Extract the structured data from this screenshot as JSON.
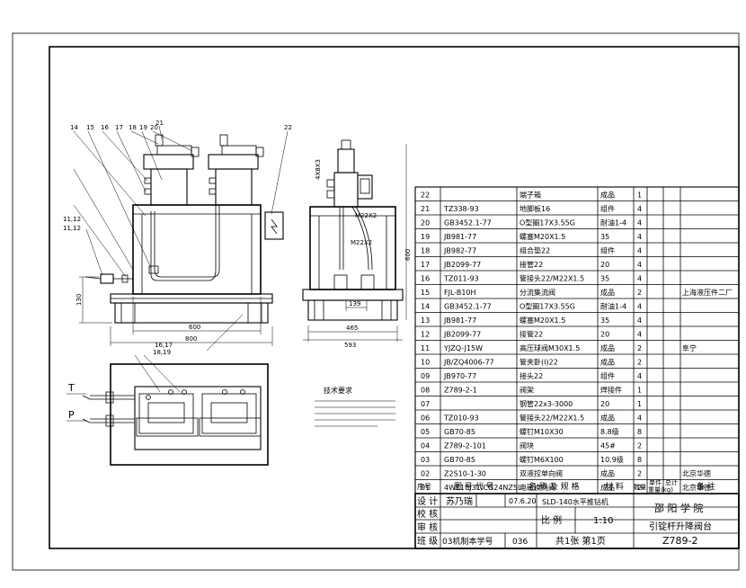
{
  "bom": {
    "rows": [
      {
        "no": "22",
        "code": "",
        "name": "端子箱",
        "material": "成品",
        "qty": "1",
        "remark": ""
      },
      {
        "no": "21",
        "code": "TZ338-93",
        "name": "地脚板16",
        "material": "组件",
        "qty": "4",
        "remark": ""
      },
      {
        "no": "20",
        "code": "GB3452.1-77",
        "name": "O型圈17X3.55G",
        "material": "耐油1-4",
        "qty": "4",
        "remark": ""
      },
      {
        "no": "19",
        "code": "JB981-77",
        "name": "螺塞M20X1.5",
        "material": "35",
        "qty": "4",
        "remark": ""
      },
      {
        "no": "18",
        "code": "JB982-77",
        "name": "组合垫22",
        "material": "组件",
        "qty": "4",
        "remark": ""
      },
      {
        "no": "17",
        "code": "JB2099-77",
        "name": "接管22",
        "material": "20",
        "qty": "4",
        "remark": ""
      },
      {
        "no": "16",
        "code": "TZ011-93",
        "name": "管接头22/M22X1.5",
        "material": "35",
        "qty": "4",
        "remark": ""
      },
      {
        "no": "15",
        "code": "FJL-B10H",
        "name": "分流集流阀",
        "material": "成品",
        "qty": "2",
        "remark": "上海液压件二厂"
      },
      {
        "no": "14",
        "code": "GB3452.1-77",
        "name": "O型圈17X3.55G",
        "material": "耐油1-4",
        "qty": "4",
        "remark": ""
      },
      {
        "no": "13",
        "code": "JB981-77",
        "name": "螺塞M20X1.5",
        "material": "35",
        "qty": "4",
        "remark": ""
      },
      {
        "no": "12",
        "code": "JB2099-77",
        "name": "接管22",
        "material": "20",
        "qty": "4",
        "remark": ""
      },
      {
        "no": "11",
        "code": "YJZQ-J15W",
        "name": "高压球阀M30X1.5",
        "material": "成品",
        "qty": "2",
        "remark": "阜宁"
      },
      {
        "no": "10",
        "code": "JB/ZQ4006-77",
        "name": "管夹卧(I)22",
        "material": "成品",
        "qty": "2",
        "remark": ""
      },
      {
        "no": "09",
        "code": "JB970-77",
        "name": "接头22",
        "material": "组件",
        "qty": "4",
        "remark": ""
      },
      {
        "no": "08",
        "code": "Z789-2-1",
        "name": "阀架",
        "material": "焊接件",
        "qty": "1",
        "remark": ""
      },
      {
        "no": "07",
        "code": "",
        "name": "钢管22x3-3000",
        "material": "20",
        "qty": "1",
        "remark": ""
      },
      {
        "no": "06",
        "code": "TZ010-93",
        "name": "管接头22/M22X1.5",
        "material": "成品",
        "qty": "4",
        "remark": ""
      },
      {
        "no": "05",
        "code": "GB70-85",
        "name": "螺钉M10X30",
        "material": "8.8级",
        "qty": "8",
        "remark": ""
      },
      {
        "no": "04",
        "code": "Z789-2-101",
        "name": "阀块",
        "material": "45#",
        "qty": "2",
        "remark": ""
      },
      {
        "no": "03",
        "code": "GB70-85",
        "name": "螺钉M6X100",
        "material": "10.9级",
        "qty": "8",
        "remark": ""
      },
      {
        "no": "02",
        "code": "Z2S10-1-30",
        "name": "双液控单向阀",
        "material": "成品",
        "qty": "2",
        "remark": "北京华德"
      },
      {
        "no": "01",
        "code": "4WE10J31/CG24NZ5L",
        "name": "电磁换向阀",
        "material": "成品",
        "qty": "2",
        "remark": "北京华德"
      }
    ],
    "header": {
      "no": "序号",
      "code": "图 号 代 号",
      "name": "名 称 及 规 格",
      "material": "材 料",
      "qty": "数量",
      "unit_weight": "单件",
      "total_weight": "总计",
      "weight_unit": "重量(kg)",
      "remark": "备 注"
    }
  },
  "title_block": {
    "design_label": "设 计",
    "designer": "苏乃瑞",
    "date": "07.6.20",
    "check_label": "校 核",
    "audit_label": "审 核",
    "class_label": "班 级",
    "class_value": "03机制本学号",
    "student_no": "036",
    "project": "SLD-140水平推钻机",
    "school": "邵 阳 学 院",
    "scale_label": "比 例",
    "scale": "1:10",
    "sheets": "共1张 第1页",
    "drawing_name": "引锭杆升降阀台",
    "drawing_no": "Z789-2"
  },
  "dimensions": {
    "front_width_inner": "600",
    "front_width_outer": "800",
    "height_left": "130",
    "side_width_inner": "465",
    "side_width_outer": "593",
    "side_height": "600",
    "side_flange": "139",
    "side_thread_top": "M22X2",
    "side_thread_mid": "M22X2",
    "side_thread_left": "4X8X3"
  },
  "ports": {
    "t": "T",
    "p": "P"
  },
  "tech_title": "技术要求",
  "leaders": {
    "front_left": [
      "14",
      "15",
      "16",
      "17",
      "18",
      "19",
      "20",
      "21",
      "22"
    ],
    "front_low": [
      "11,12",
      "11,12"
    ],
    "top_plan": [
      "16,17",
      "18,19"
    ]
  }
}
